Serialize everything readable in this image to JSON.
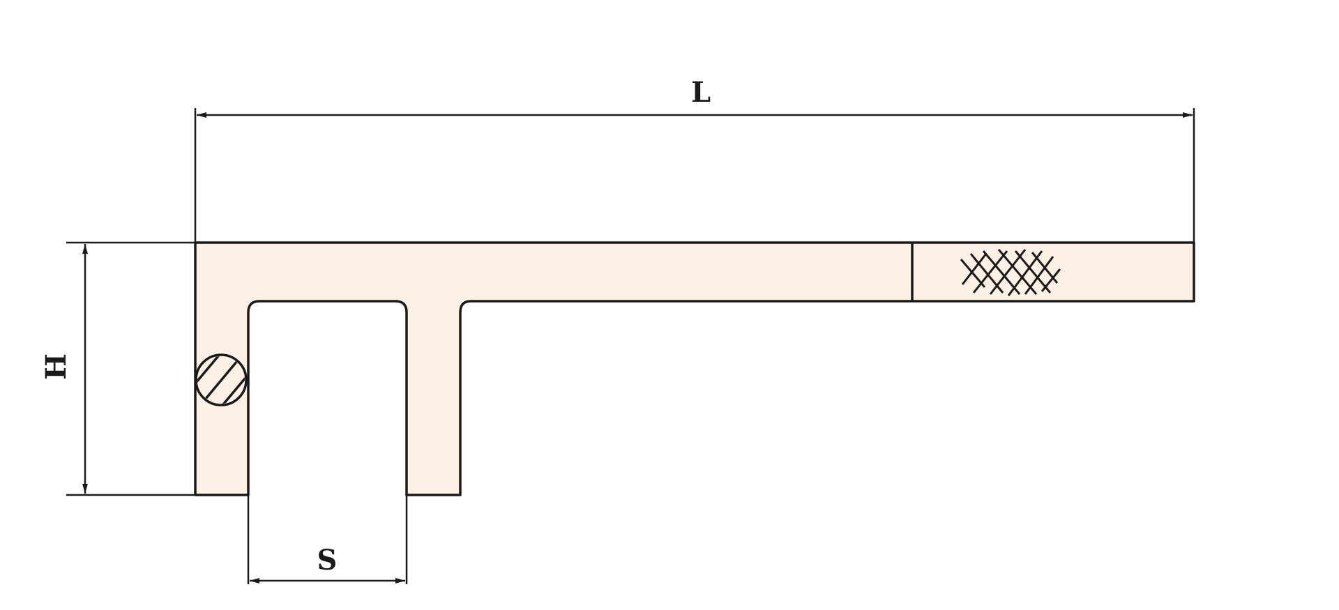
{
  "dimensions": {
    "length_label": "L",
    "height_label": "H",
    "opening_label": "S"
  },
  "colors": {
    "body_fill": "#fdf1e6",
    "line": "#1a1a1a"
  },
  "icons": {
    "pin": "hatched-circle-icon",
    "grip": "knurled-grip-icon"
  }
}
